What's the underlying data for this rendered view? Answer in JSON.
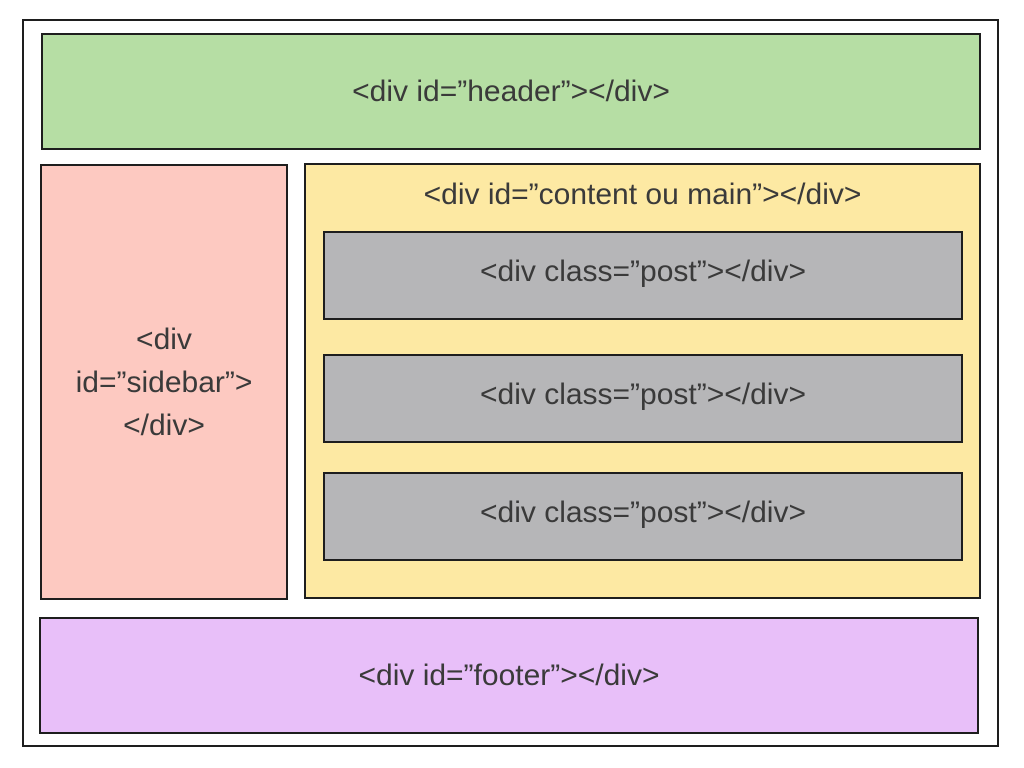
{
  "diagram": {
    "header": {
      "label": "<div id=”header”></div>",
      "color": "#b6dea4"
    },
    "sidebar": {
      "label": "<div\nid=”sidebar”>\n</div>",
      "color": "#fdc9c1"
    },
    "content": {
      "label": "<div id=”content ou main”></div>",
      "color": "#fde9a3"
    },
    "posts": [
      {
        "label": "<div class=”post”></div>",
        "color": "#b6b6b8"
      },
      {
        "label": "<div class=”post”></div>",
        "color": "#b6b6b8"
      },
      {
        "label": "<div class=”post”></div>",
        "color": "#b6b6b8"
      }
    ],
    "footer": {
      "label": "<div id=”footer”></div>",
      "color": "#e8bff9"
    }
  }
}
